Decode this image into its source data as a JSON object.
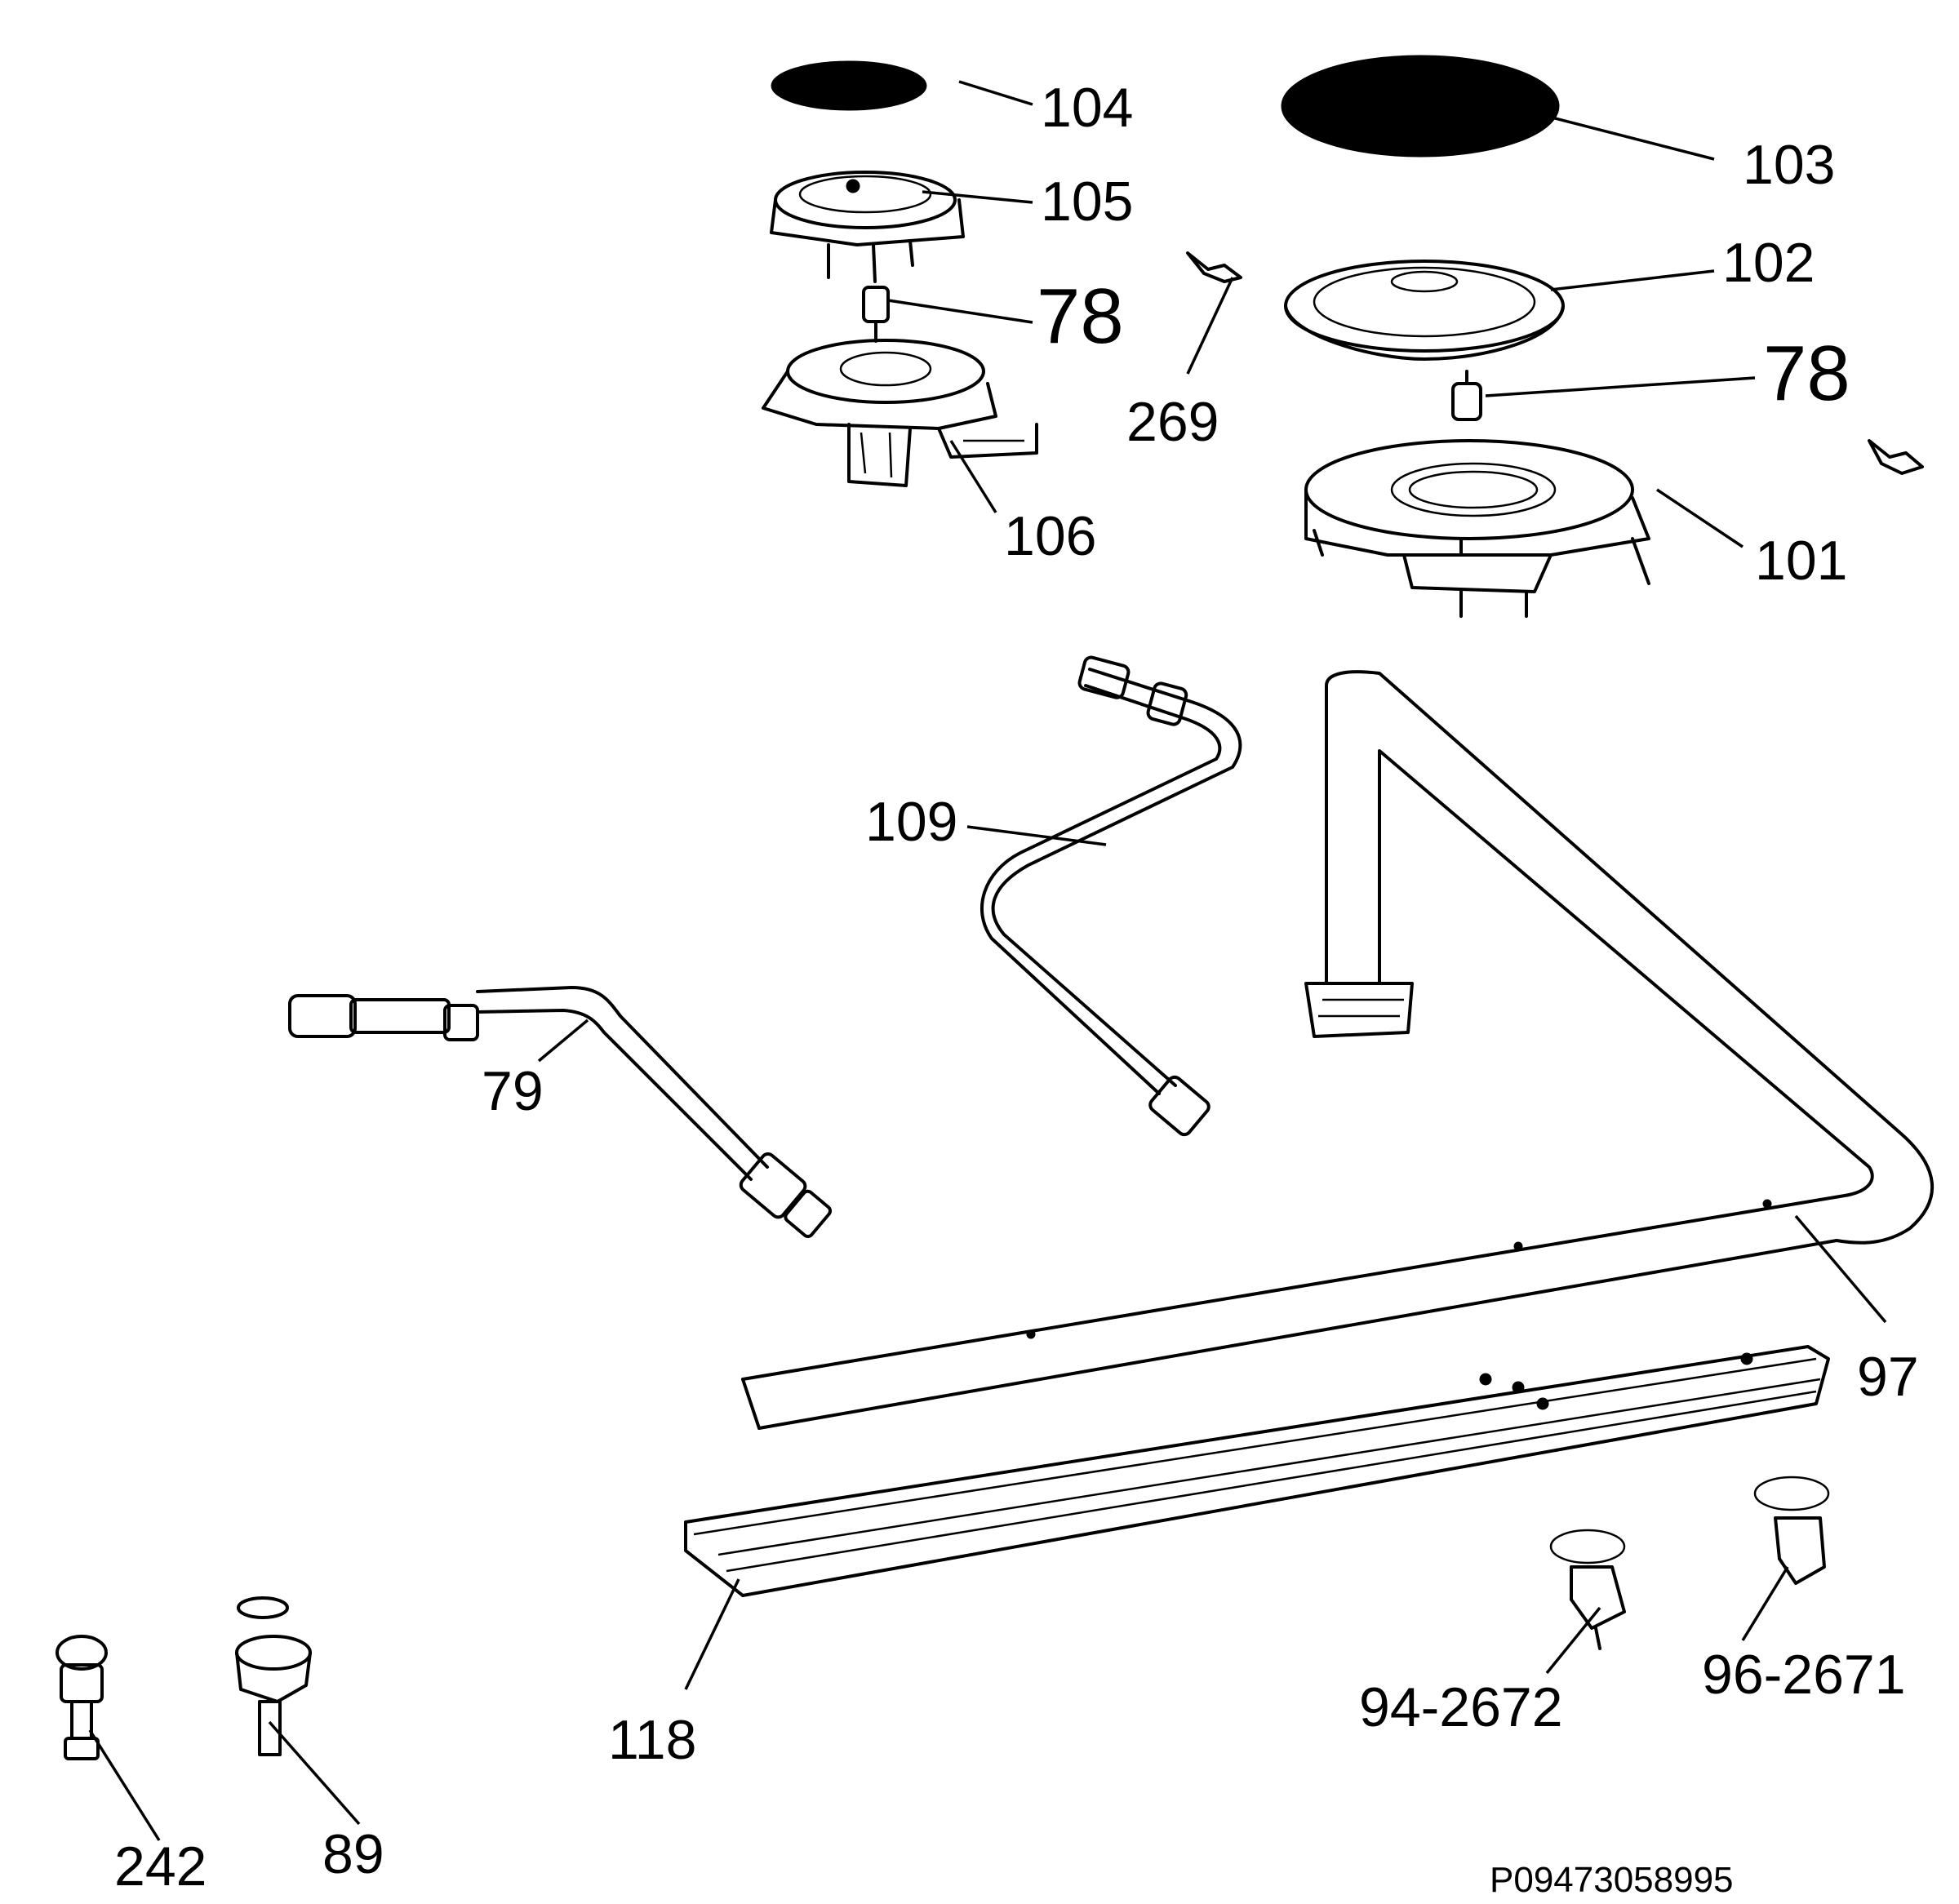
{
  "callouts": {
    "c104": "104",
    "c103": "103",
    "c105": "105",
    "c102": "102",
    "c78a": "78",
    "c78b": "78",
    "c269": "269",
    "c106": "106",
    "c101": "101",
    "c109": "109",
    "c79": "79",
    "c97": "97",
    "c118": "118",
    "c94": "94-2672",
    "c96": "96-2671",
    "c242": "242",
    "c89": "89"
  },
  "reference_code": "P09473058995"
}
